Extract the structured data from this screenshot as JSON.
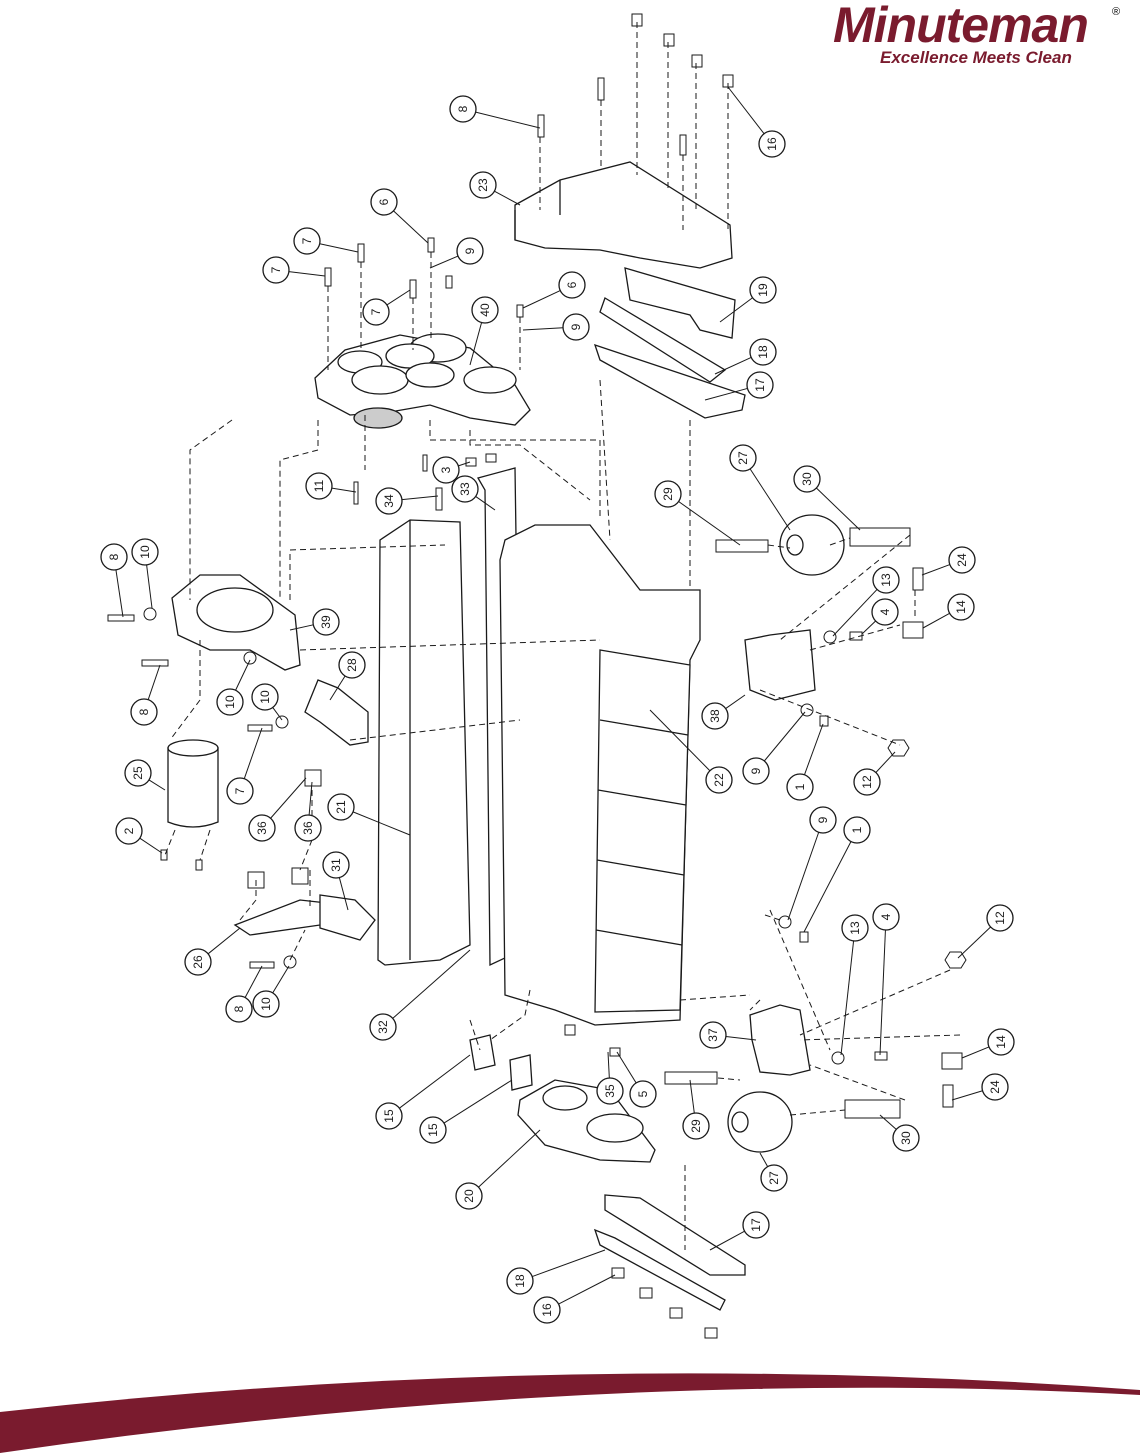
{
  "brand": {
    "name": "Minuteman",
    "registered_mark": "®",
    "tagline": "Excellence Meets Clean",
    "color": "#7a1b2e"
  },
  "diagram": {
    "line_color": "#1a1a1a",
    "callouts": [
      "8",
      "16",
      "23",
      "6",
      "7",
      "9",
      "7",
      "7",
      "40",
      "6",
      "9",
      "19",
      "18",
      "17",
      "11",
      "3",
      "34",
      "33",
      "29",
      "27",
      "30",
      "24",
      "13",
      "14",
      "4",
      "8",
      "10",
      "39",
      "10",
      "8",
      "28",
      "10",
      "7",
      "25",
      "36",
      "38",
      "22",
      "9",
      "1",
      "12",
      "21",
      "2",
      "36",
      "31",
      "9",
      "1",
      "26",
      "8",
      "10",
      "13",
      "4",
      "12",
      "32",
      "37",
      "14",
      "24",
      "15",
      "35",
      "5",
      "15",
      "29",
      "30",
      "20",
      "27",
      "17",
      "18",
      "16"
    ]
  }
}
